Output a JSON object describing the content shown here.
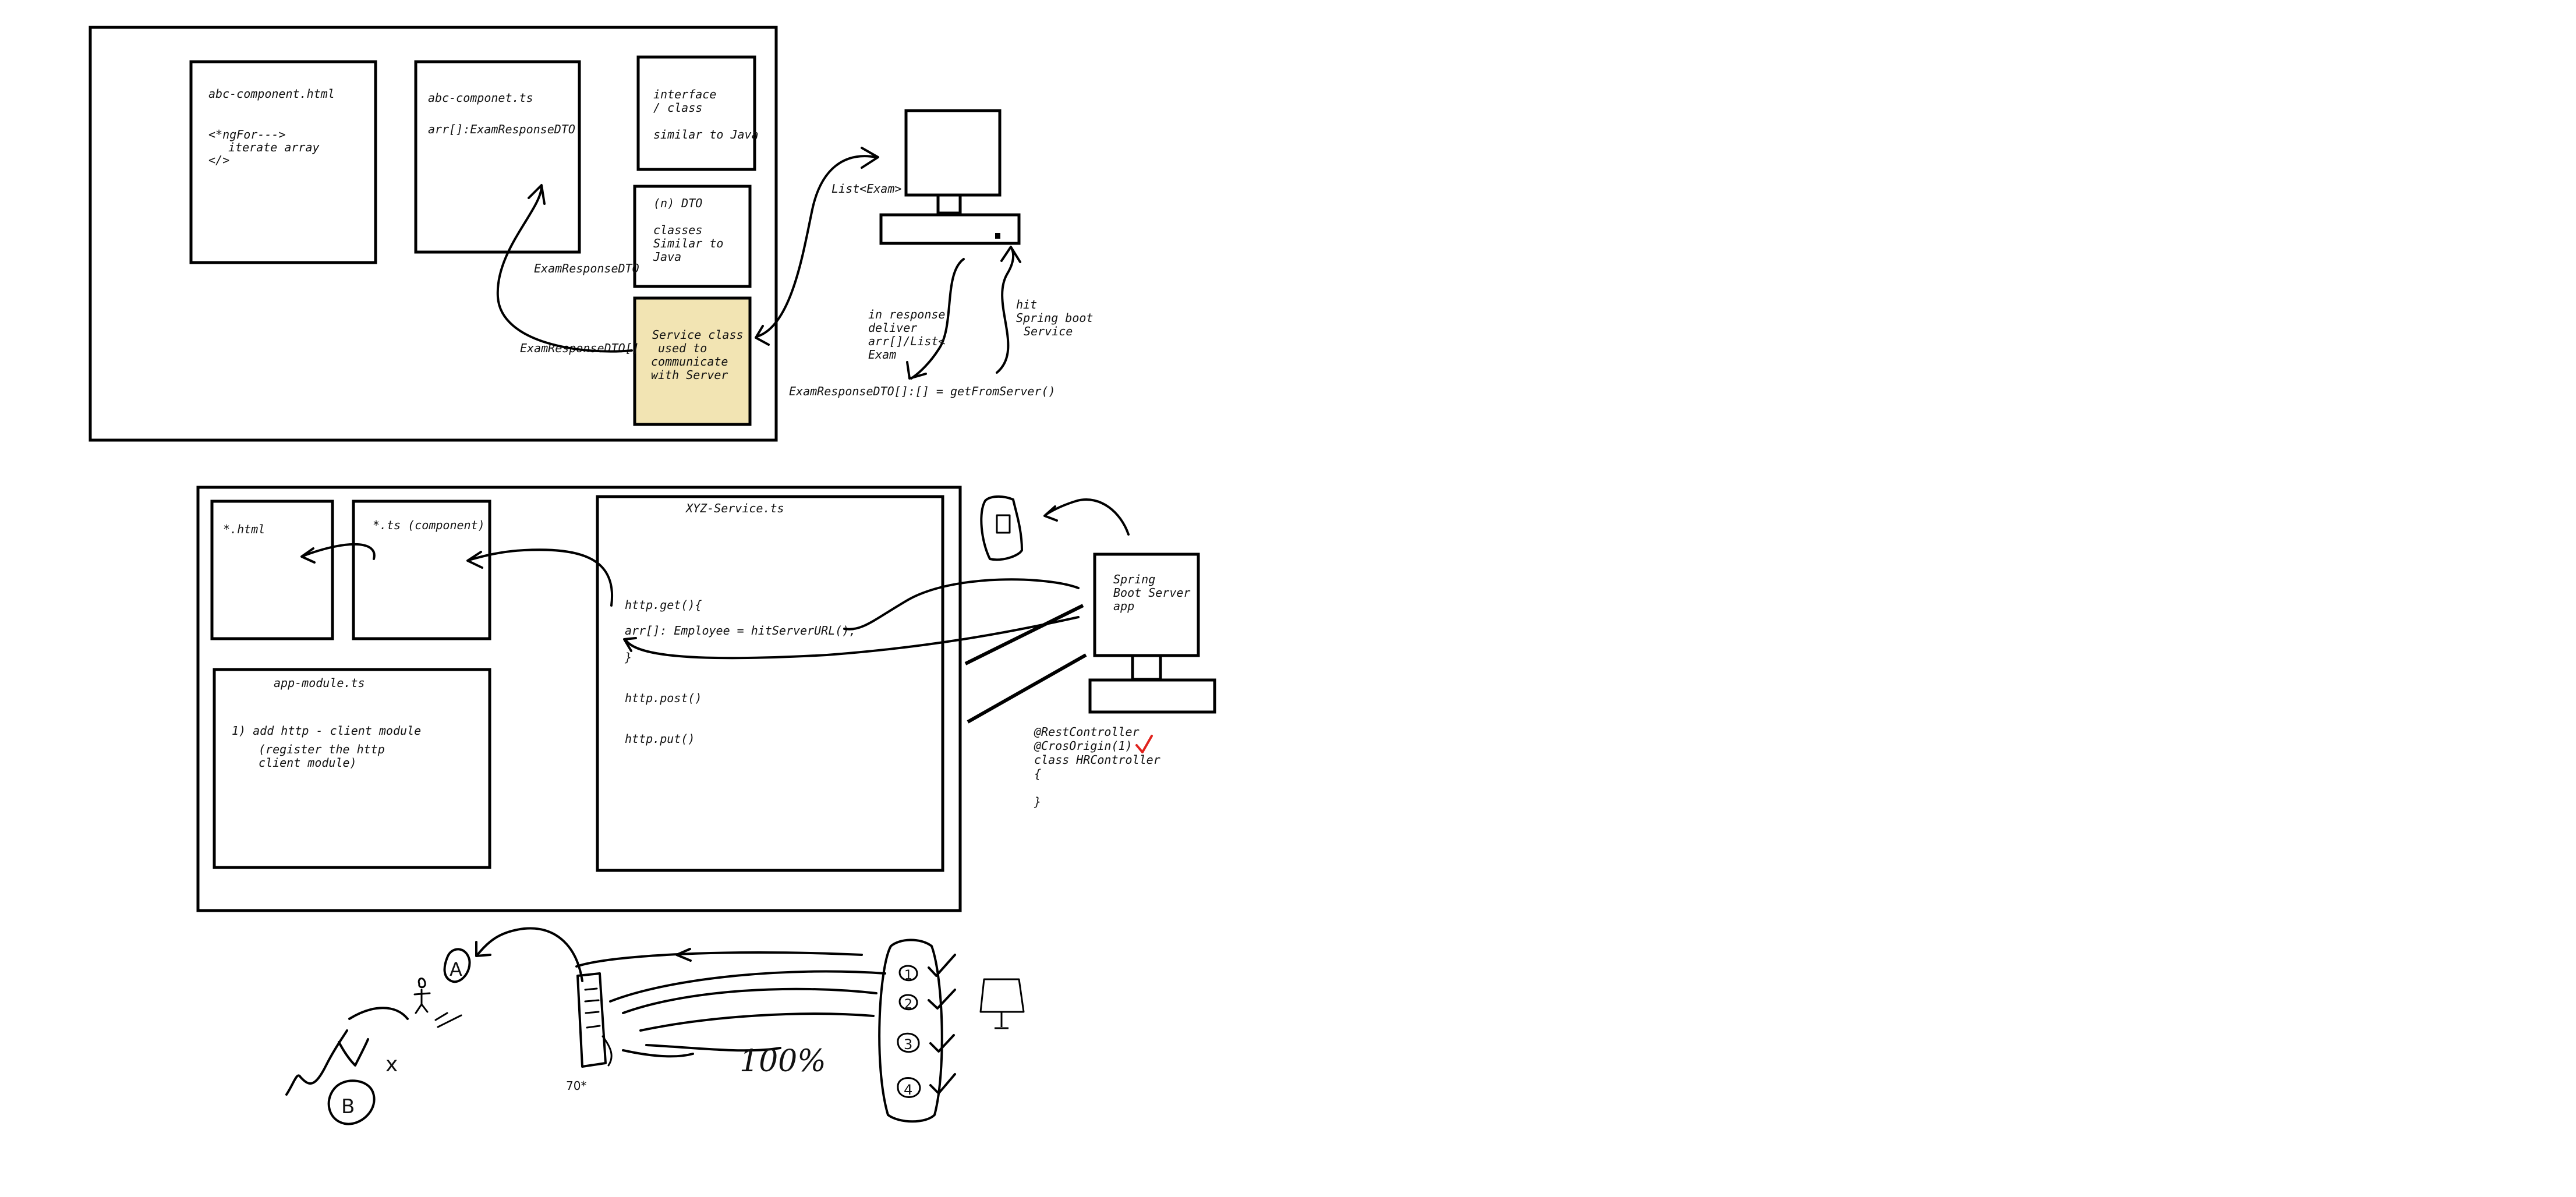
{
  "colors": {
    "ink": "#000000",
    "service_fill": "#f2e4b3",
    "check_red": "#e0211c"
  },
  "top": {
    "abc_html": {
      "title": "abc-component.html",
      "l1": "<*ngFor--->",
      "l2": "iterate array",
      "l3": "</>"
    },
    "abc_ts": {
      "title": "abc-componet.ts",
      "l1": "arr[]:ExamResponseDTO"
    },
    "interface": {
      "l1": "interface",
      "l2": "/ class",
      "l3": "similar to Java"
    },
    "dto": {
      "l1": "(n) DTO",
      "l2": "classes",
      "l3": "Similar to",
      "l4": "Java"
    },
    "service": {
      "l1": "Service class",
      "l2": "used to",
      "l3": "communicate",
      "l4": "with Server"
    },
    "label_dto": "ExamResponseDTO",
    "label_dto_arr": "ExamResponseDTO[]",
    "list_exam": "List<Exam>",
    "response": {
      "l1": "in response",
      "l2": "deliver",
      "l3": "arr[]/List<",
      "l4": "Exam"
    },
    "hit": {
      "l1": "hit",
      "l2": "Spring boot",
      "l3": "Service"
    },
    "get_from_server": "ExamResponseDTO[]:[] = getFromServer()"
  },
  "middle": {
    "html_box": "*.html",
    "ts_box": "*.ts (component)",
    "app_module": {
      "title": "app-module.ts",
      "l1": "1) add http - client module",
      "l2": "(register the http",
      "l3": "client module)"
    },
    "xyz": {
      "title": "XYZ-Service.ts",
      "get": "http.get(){",
      "arr": "arr[]: Employee = hitServerURL();",
      "close": "}",
      "post": "http.post()",
      "put": "http.put()"
    },
    "server": {
      "l1": "Spring",
      "l2": "Boot Server",
      "l3": "app"
    },
    "code": {
      "l1": "@RestController",
      "l2": "@CrosOrigin(1)",
      "l3": "class HRController",
      "l4": "{",
      "l5": "}"
    }
  },
  "sketch": {
    "a_label": "A",
    "b_label": "B",
    "x_mark": "x",
    "percent": "100%",
    "numbers": [
      "1",
      "2",
      "3",
      "4"
    ]
  }
}
